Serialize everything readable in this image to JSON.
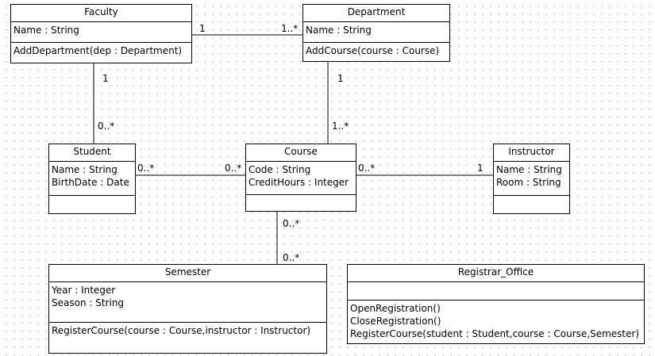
{
  "classes": {
    "faculty": {
      "name": "Faculty",
      "attributes": [
        "Name : String"
      ],
      "operations": [
        "AddDepartment(dep : Department)"
      ]
    },
    "department": {
      "name": "Department",
      "attributes": [
        "Name : String"
      ],
      "operations": [
        "AddCourse(course : Course)"
      ]
    },
    "student": {
      "name": "Student",
      "attributes": [
        "Name : String",
        "BirthDate : Date"
      ],
      "operations": []
    },
    "course": {
      "name": "Course",
      "attributes": [
        "Code : String",
        "CreditHours : Integer"
      ],
      "operations": []
    },
    "instructor": {
      "name": "Instructor",
      "attributes": [
        "Name : String",
        "Room : String"
      ],
      "operations": []
    },
    "semester": {
      "name": "Semester",
      "attributes": [
        "Year : Integer",
        "Season : String"
      ],
      "operations": [
        "RegisterCourse(course : Course,instructor : Instructor)"
      ]
    },
    "registrar_office": {
      "name": "Registrar_Office",
      "attributes": [],
      "operations": [
        "OpenRegistration()",
        "CloseRegistration()",
        "RegisterCourse(student : Student,course : Course,Semester)"
      ]
    }
  },
  "multiplicities": {
    "faculty_department_near_faculty": "1",
    "faculty_department_near_department": "1..*",
    "faculty_student_near_faculty": "1",
    "faculty_student_near_student": "0..*",
    "department_course_near_department": "1",
    "department_course_near_course": "1..*",
    "student_course_near_student": "0..*",
    "student_course_near_course": "0..*",
    "course_instructor_near_course": "0..*",
    "course_instructor_near_instructor": "1",
    "course_semester_near_course": "0..*",
    "course_semester_near_semester": "0..*"
  }
}
